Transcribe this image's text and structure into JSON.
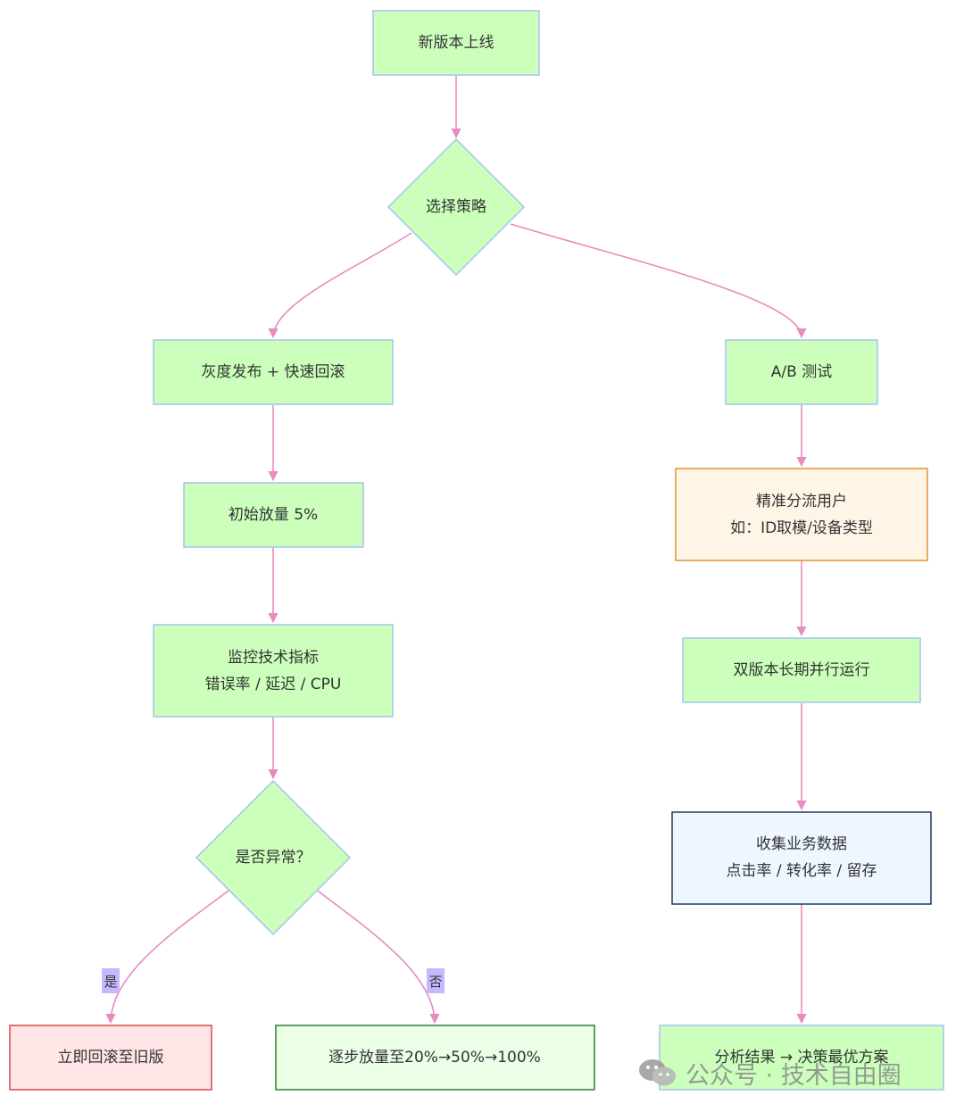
{
  "colors": {
    "edge": "#e88bbf",
    "green_fill": "#ccffbb",
    "green_stroke": "#a3c4ec",
    "orange_fill": "#fff5e6",
    "orange_stroke": "#e0932e",
    "blue_fill": "#eef6ff",
    "blue_stroke": "#1f3a5f",
    "red_fill": "#ffe5e5",
    "red_stroke": "#d94848",
    "lightgreen_fill": "#eaffe6",
    "lightgreen_stroke": "#2e7d32",
    "label_bg": "#c6b8ff",
    "watermark": "#8a8a8a"
  },
  "nodes": {
    "new_release": [
      "新版本上线"
    ],
    "choose_strategy": [
      "选择策略"
    ],
    "gray_release": [
      "灰度发布 + 快速回滚"
    ],
    "ab_test": [
      "A/B 测试"
    ],
    "initial_traffic": [
      "初始放量 5%"
    ],
    "precise_split": [
      "精准分流用户",
      "如：ID取模/设备类型"
    ],
    "monitor_metrics": [
      "监控技术指标",
      "错误率 / 延迟 / CPU"
    ],
    "parallel_run": [
      "双版本长期并行运行"
    ],
    "is_abnormal": [
      "是否异常？"
    ],
    "collect_data": [
      "收集业务数据",
      "点击率 / 转化率 / 留存"
    ],
    "rollback": [
      "立即回滚至旧版"
    ],
    "gradual_rollout": [
      "逐步放量至20%→50%→100%"
    ],
    "analyze_result": [
      "分析结果 → 决策最优方案"
    ]
  },
  "edge_labels": {
    "yes": "是",
    "no": "否"
  },
  "watermark": {
    "icon": "wechat-icon",
    "text": "公众号 · 技术自由圈"
  }
}
